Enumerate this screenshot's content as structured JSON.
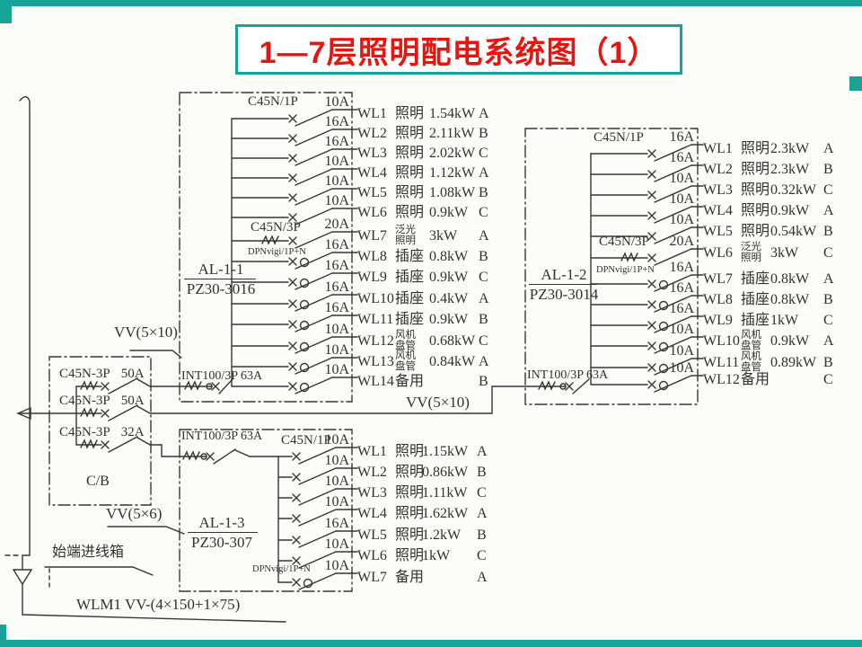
{
  "slide": {
    "title": "1—7层照明配电系统图（1）"
  },
  "colors": {
    "teal": "#16a496",
    "red": "#e8140e",
    "ink": "#35312c"
  },
  "main_feeder": {
    "cable": "WLM1  VV-(4×150+1×75)",
    "box_label": "始端进线箱"
  },
  "risers": {
    "cable_al11": "VV(5×10)",
    "cable_al12": "VV(5×10)"
  },
  "cb_box": {
    "name": "C/B",
    "outgoing_cable": "VV(5×6)",
    "breakers": [
      {
        "model": "C45N-3P",
        "amp": "50A"
      },
      {
        "model": "C45N-3P",
        "amp": "50A"
      },
      {
        "model": "C45N-3P",
        "amp": "32A"
      }
    ]
  },
  "panels": [
    {
      "name": "AL-1-1",
      "model": "PZ30-3016",
      "incomer": "INT100/3P 63A",
      "header_1p": "C45N/1P",
      "header_3p": "C45N/3P",
      "header_dpn": "DPNvigi/1P+N",
      "circuits": [
        {
          "id": "WL1",
          "use": "照明",
          "power": "1.54kW",
          "phase": "A",
          "amp": "10A",
          "pole": "1P"
        },
        {
          "id": "WL2",
          "use": "照明",
          "power": "2.11kW",
          "phase": "B",
          "amp": "16A",
          "pole": "1P"
        },
        {
          "id": "WL3",
          "use": "照明",
          "power": "2.02kW",
          "phase": "C",
          "amp": "16A",
          "pole": "1P"
        },
        {
          "id": "WL4",
          "use": "照明",
          "power": "1.12kW",
          "phase": "A",
          "amp": "10A",
          "pole": "1P"
        },
        {
          "id": "WL5",
          "use": "照明",
          "power": "1.08kW",
          "phase": "B",
          "amp": "10A",
          "pole": "1P"
        },
        {
          "id": "WL6",
          "use": "照明",
          "power": "0.9kW",
          "phase": "C",
          "amp": "10A",
          "pole": "1P"
        },
        {
          "id": "WL7",
          "use": "泛光",
          "use2": "照明",
          "power": "3kW",
          "phase": "A",
          "amp": "20A",
          "pole": "3P"
        },
        {
          "id": "WL8",
          "use": "插座",
          "power": "0.8kW",
          "phase": "B",
          "amp": "16A",
          "pole": "DPN"
        },
        {
          "id": "WL9",
          "use": "插座",
          "power": "0.9kW",
          "phase": "C",
          "amp": "16A",
          "pole": "DPN"
        },
        {
          "id": "WL10",
          "use": "插座",
          "power": "0.4kW",
          "phase": "A",
          "amp": "16A",
          "pole": "DPN"
        },
        {
          "id": "WL11",
          "use": "插座",
          "power": "0.9kW",
          "phase": "B",
          "amp": "16A",
          "pole": "DPN"
        },
        {
          "id": "WL12",
          "use": "风机",
          "use2": "盘管",
          "power": "0.68kW",
          "phase": "C",
          "amp": "10A",
          "pole": "DPN"
        },
        {
          "id": "WL13",
          "use": "风机",
          "use2": "盘管",
          "power": "0.84kW",
          "phase": "A",
          "amp": "10A",
          "pole": "DPN"
        },
        {
          "id": "WL14",
          "use": "备用",
          "power": "",
          "phase": "B",
          "amp": "10A",
          "pole": "DPN"
        }
      ]
    },
    {
      "name": "AL-1-2",
      "model": "PZ30-3014",
      "incomer": "INT100/3P 63A",
      "header_1p": "C45N/1P",
      "header_3p": "C45N/3P",
      "header_dpn": "DPNvigi/1P+N",
      "circuits": [
        {
          "id": "WL1",
          "use": "照明",
          "power": "2.3kW",
          "phase": "A",
          "amp": "16A",
          "pole": "1P"
        },
        {
          "id": "WL2",
          "use": "照明",
          "power": "2.3kW",
          "phase": "B",
          "amp": "16A",
          "pole": "1P"
        },
        {
          "id": "WL3",
          "use": "照明",
          "power": "0.32kW",
          "phase": "C",
          "amp": "10A",
          "pole": "1P"
        },
        {
          "id": "WL4",
          "use": "照明",
          "power": "0.9kW",
          "phase": "A",
          "amp": "10A",
          "pole": "1P"
        },
        {
          "id": "WL5",
          "use": "照明",
          "power": "0.54kW",
          "phase": "B",
          "amp": "10A",
          "pole": "1P"
        },
        {
          "id": "WL6",
          "use": "泛光",
          "use2": "照明",
          "power": "3kW",
          "phase": "C",
          "amp": "20A",
          "pole": "3P"
        },
        {
          "id": "WL7",
          "use": "插座",
          "power": "0.8kW",
          "phase": "A",
          "amp": "16A",
          "pole": "DPN"
        },
        {
          "id": "WL8",
          "use": "插座",
          "power": "0.8kW",
          "phase": "B",
          "amp": "16A",
          "pole": "DPN"
        },
        {
          "id": "WL9",
          "use": "插座",
          "power": "1kW",
          "phase": "C",
          "amp": "16A",
          "pole": "DPN"
        },
        {
          "id": "WL10",
          "use": "风机",
          "use2": "盘管",
          "power": "0.9kW",
          "phase": "A",
          "amp": "10A",
          "pole": "DPN"
        },
        {
          "id": "WL11",
          "use": "风机",
          "use2": "盘管",
          "power": "0.89kW",
          "phase": "B",
          "amp": "10A",
          "pole": "DPN"
        },
        {
          "id": "WL12",
          "use": "备用",
          "power": "",
          "phase": "C",
          "amp": "10A",
          "pole": "DPN"
        }
      ]
    },
    {
      "name": "AL-1-3",
      "model": "PZ30-307",
      "incomer": "INT100/3P 63A",
      "header_1p": "C45N/1P",
      "header_3p": null,
      "header_dpn": "DPNvigi/1P+N",
      "circuits": [
        {
          "id": "WL1",
          "use": "照明",
          "power": "1.15kW",
          "phase": "A",
          "amp": "10A",
          "pole": "1P"
        },
        {
          "id": "WL2",
          "use": "照明",
          "power": "0.86kW",
          "phase": "B",
          "amp": "10A",
          "pole": "1P"
        },
        {
          "id": "WL3",
          "use": "照明",
          "power": "1.11kW",
          "phase": "C",
          "amp": "10A",
          "pole": "1P"
        },
        {
          "id": "WL4",
          "use": "照明",
          "power": "1.62kW",
          "phase": "A",
          "amp": "10A",
          "pole": "1P"
        },
        {
          "id": "WL5",
          "use": "照明",
          "power": "1.2kW",
          "phase": "B",
          "amp": "16A",
          "pole": "1P"
        },
        {
          "id": "WL6",
          "use": "照明",
          "power": "1kW",
          "phase": "C",
          "amp": "10A",
          "pole": "1P"
        },
        {
          "id": "WL7",
          "use": "备用",
          "power": "",
          "phase": "A",
          "amp": "10A",
          "pole": "DPN"
        }
      ]
    }
  ]
}
